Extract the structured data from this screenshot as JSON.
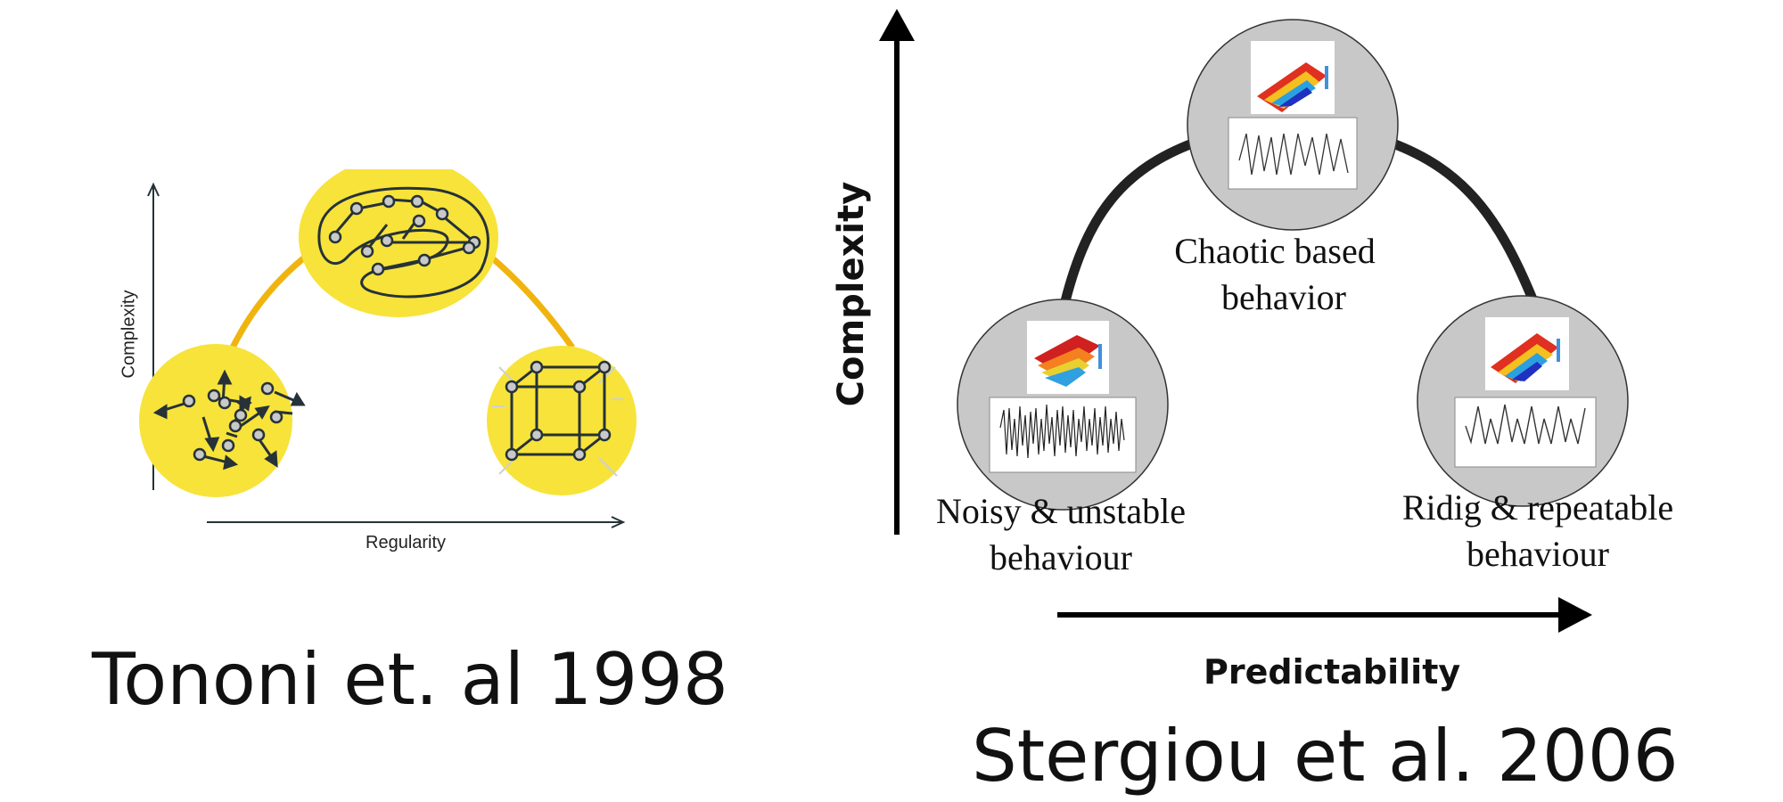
{
  "left_figure": {
    "y_axis_label": "Complexity",
    "x_axis_label": "Regularity",
    "caption": "Tononi et. al 1998",
    "colors": {
      "blob": "#f7e33a",
      "arc": "#f0b40e",
      "ink": "#263238"
    }
  },
  "right_figure": {
    "y_axis_label": "Complexity",
    "x_axis_label": "Predictability",
    "caption": "Stergiou et al. 2006",
    "nodes": [
      {
        "line1": "Noisy & unstable",
        "line2": "behaviour"
      },
      {
        "line1": "Chaotic based",
        "line2": "behavior"
      },
      {
        "line1": "Ridig & repeatable",
        "line2": "behaviour"
      }
    ],
    "colors": {
      "circle": "#c8c8c8",
      "arc": "#222222"
    }
  }
}
